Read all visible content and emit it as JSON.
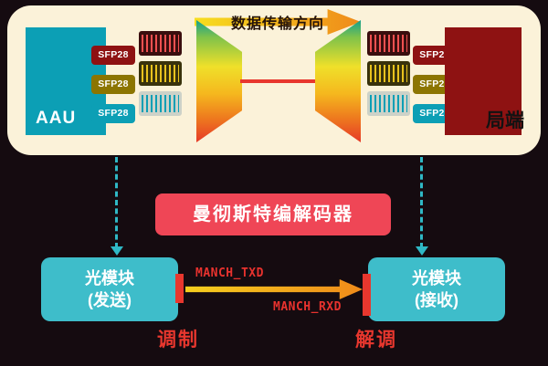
{
  "colors": {
    "background": "#150B10",
    "panel": "#FBF2D9",
    "teal": "#0C9FB5",
    "teal_light": "#3EBDCA",
    "dark_red": "#8E1212",
    "olive": "#8C7500",
    "red_accent": "#E8372E",
    "codec_red": "#EF4656",
    "arrow_yellow": "#F7DE1E",
    "arrow_orange": "#EF8A1A"
  },
  "icons": {
    "waveform": "bar-waveform",
    "direction_arrow": "right-arrow",
    "dashed_connector": "down-dashed-arrow"
  },
  "top_panel": {
    "direction_label": "数据传输方向",
    "aau_label": "AAU",
    "office_label": "局端",
    "sfp_label": "SFP28"
  },
  "codec_label": "曼彻斯特编解码器",
  "left_module": {
    "line1": "光模块",
    "line2": "(发送)"
  },
  "right_module": {
    "line1": "光模块",
    "line2": "(接收)"
  },
  "signal_labels": {
    "txd": "MANCH_TXD",
    "rxd": "MANCH_RXD"
  },
  "process_labels": {
    "modulate": "调制",
    "demodulate": "解调"
  }
}
